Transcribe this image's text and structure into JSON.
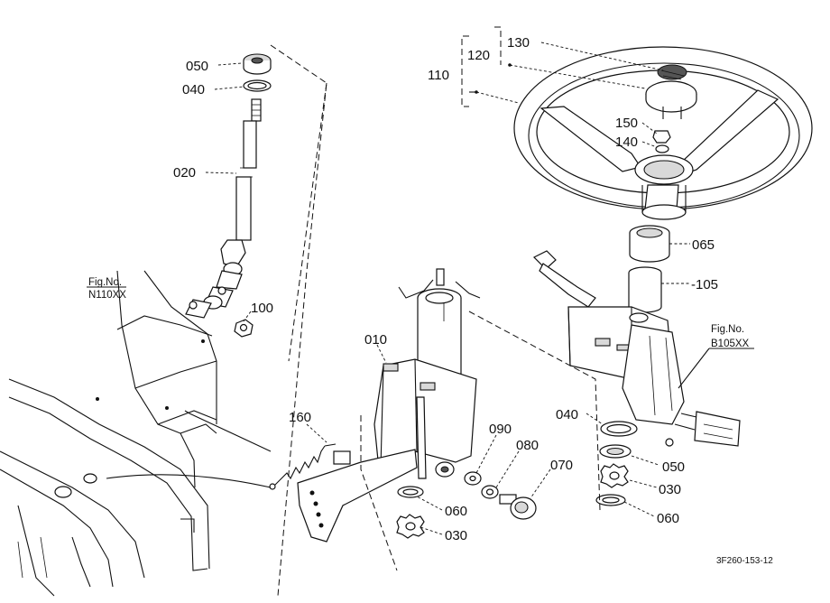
{
  "callouts": {
    "c050_top": "050",
    "c040_top": "040",
    "c020": "020",
    "c100": "100",
    "c110": "110",
    "c120": "120",
    "c130": "130",
    "c150": "150",
    "c140": "140",
    "c065": "065",
    "c105": "-105",
    "c010": "010",
    "c160": "160",
    "c090": "090",
    "c080": "080",
    "c070": "070",
    "c060_mid": "060",
    "c030_mid": "030",
    "c040_right": "040",
    "c050_right": "050",
    "c030_right": "030",
    "c060_right": "060"
  },
  "fig_refs": {
    "left_line1": "Fig.No.",
    "left_line2": "N110XX",
    "right_line1": "Fig.No.",
    "right_line2": "B105XX"
  },
  "drawing_code": "3F260-153-12"
}
